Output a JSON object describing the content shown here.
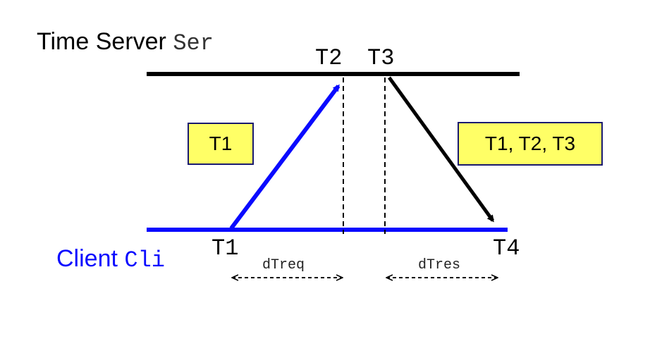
{
  "server": {
    "name": "Time Server",
    "id": "Ser"
  },
  "client": {
    "name": "Client",
    "id": "Cli"
  },
  "times": {
    "t1": "T1",
    "t2": "T2",
    "t3": "T3",
    "t4": "T4"
  },
  "messages": {
    "request_payload": "T1",
    "response_payload": "T1, T2, T3"
  },
  "intervals": {
    "request": "dTreq",
    "response": "dTres"
  },
  "colors": {
    "server_line": "#000000",
    "client_line": "#0a0aff",
    "request_arrow": "#0a0aff",
    "response_arrow": "#000000",
    "box_fill": "#ffff66",
    "box_border": "#1a1a6e"
  }
}
